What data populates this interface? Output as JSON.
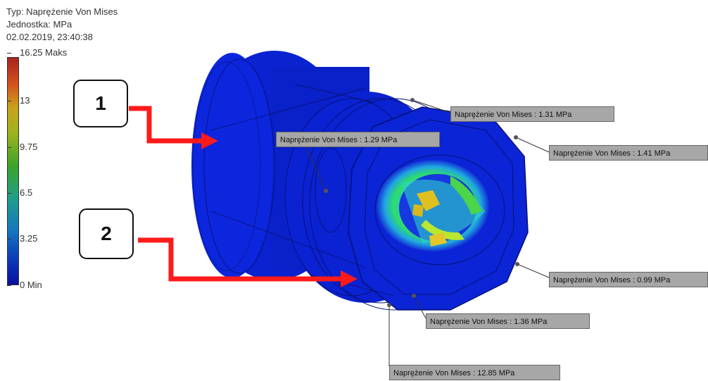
{
  "header": {
    "type_line": "Typ: Naprężenie Von Mises",
    "unit_line": "Jednostka: MPa",
    "timestamp": "02.02.2019, 23:40:38"
  },
  "legend": {
    "max_label": "16.25 Maks",
    "ticks": [
      "13",
      "9.75",
      "6.5",
      "3.25"
    ],
    "min_label": "0 Min",
    "colors": [
      "#a8231b",
      "#d3541f",
      "#c9a21a",
      "#9fb21e",
      "#3aa32a",
      "#1f9e8a",
      "#1478bf",
      "#0b35b8",
      "#0a0fa0"
    ]
  },
  "callouts": [
    {
      "number": "1"
    },
    {
      "number": "2"
    }
  ],
  "probes": [
    {
      "text": "Naprężenie Von Mises : 1.31 MPa"
    },
    {
      "text": "Naprężenie Von Mises : 1.29 MPa"
    },
    {
      "text": "Naprężenie Von Mises : 1.41 MPa"
    },
    {
      "text": "Naprężenie Von Mises : 0.99 MPa"
    },
    {
      "text": "Naprężenie Von Mises : 1.36 MPa"
    },
    {
      "text": "Naprężenie Von Mises : 12.85 MPa"
    }
  ],
  "colors": {
    "model_blue": "#0b24d6",
    "arrow_red": "#ff1a1a",
    "probe_bg": "#a7a7a7"
  }
}
